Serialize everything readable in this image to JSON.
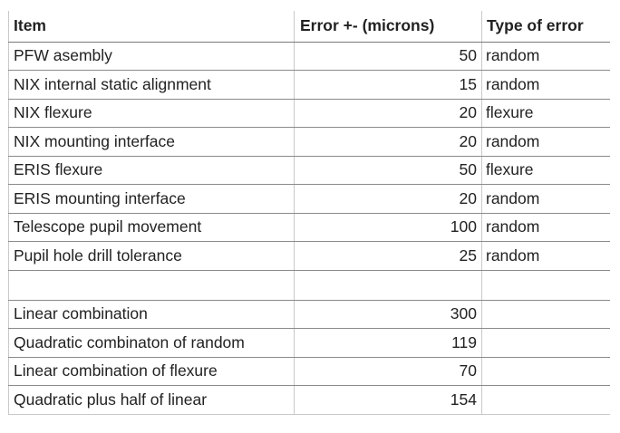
{
  "table": {
    "headers": [
      "Item",
      "Error +- (microns)",
      "Type of error"
    ],
    "rows": [
      {
        "item": "PFW asembly",
        "error": "50",
        "type": "random"
      },
      {
        "item": "NIX internal static alignment",
        "error": "15",
        "type": "random"
      },
      {
        "item": "NIX flexure",
        "error": "20",
        "type": "flexure"
      },
      {
        "item": "NIX mounting interface",
        "error": "20",
        "type": "random"
      },
      {
        "item": "ERIS flexure",
        "error": "50",
        "type": "flexure"
      },
      {
        "item": "ERIS mounting interface",
        "error": "20",
        "type": "random"
      },
      {
        "item": "Telescope pupil movement",
        "error": "100",
        "type": "random"
      },
      {
        "item": "Pupil hole drill tolerance",
        "error": "25",
        "type": "random"
      }
    ],
    "summary": [
      {
        "item": "Linear combination",
        "error": "300",
        "type": ""
      },
      {
        "item": "Quadratic combinaton of random",
        "error": "119",
        "type": ""
      },
      {
        "item": "Linear combination of flexure",
        "error": "70",
        "type": ""
      },
      {
        "item": "Quadratic plus half of linear",
        "error": "154",
        "type": ""
      }
    ]
  }
}
